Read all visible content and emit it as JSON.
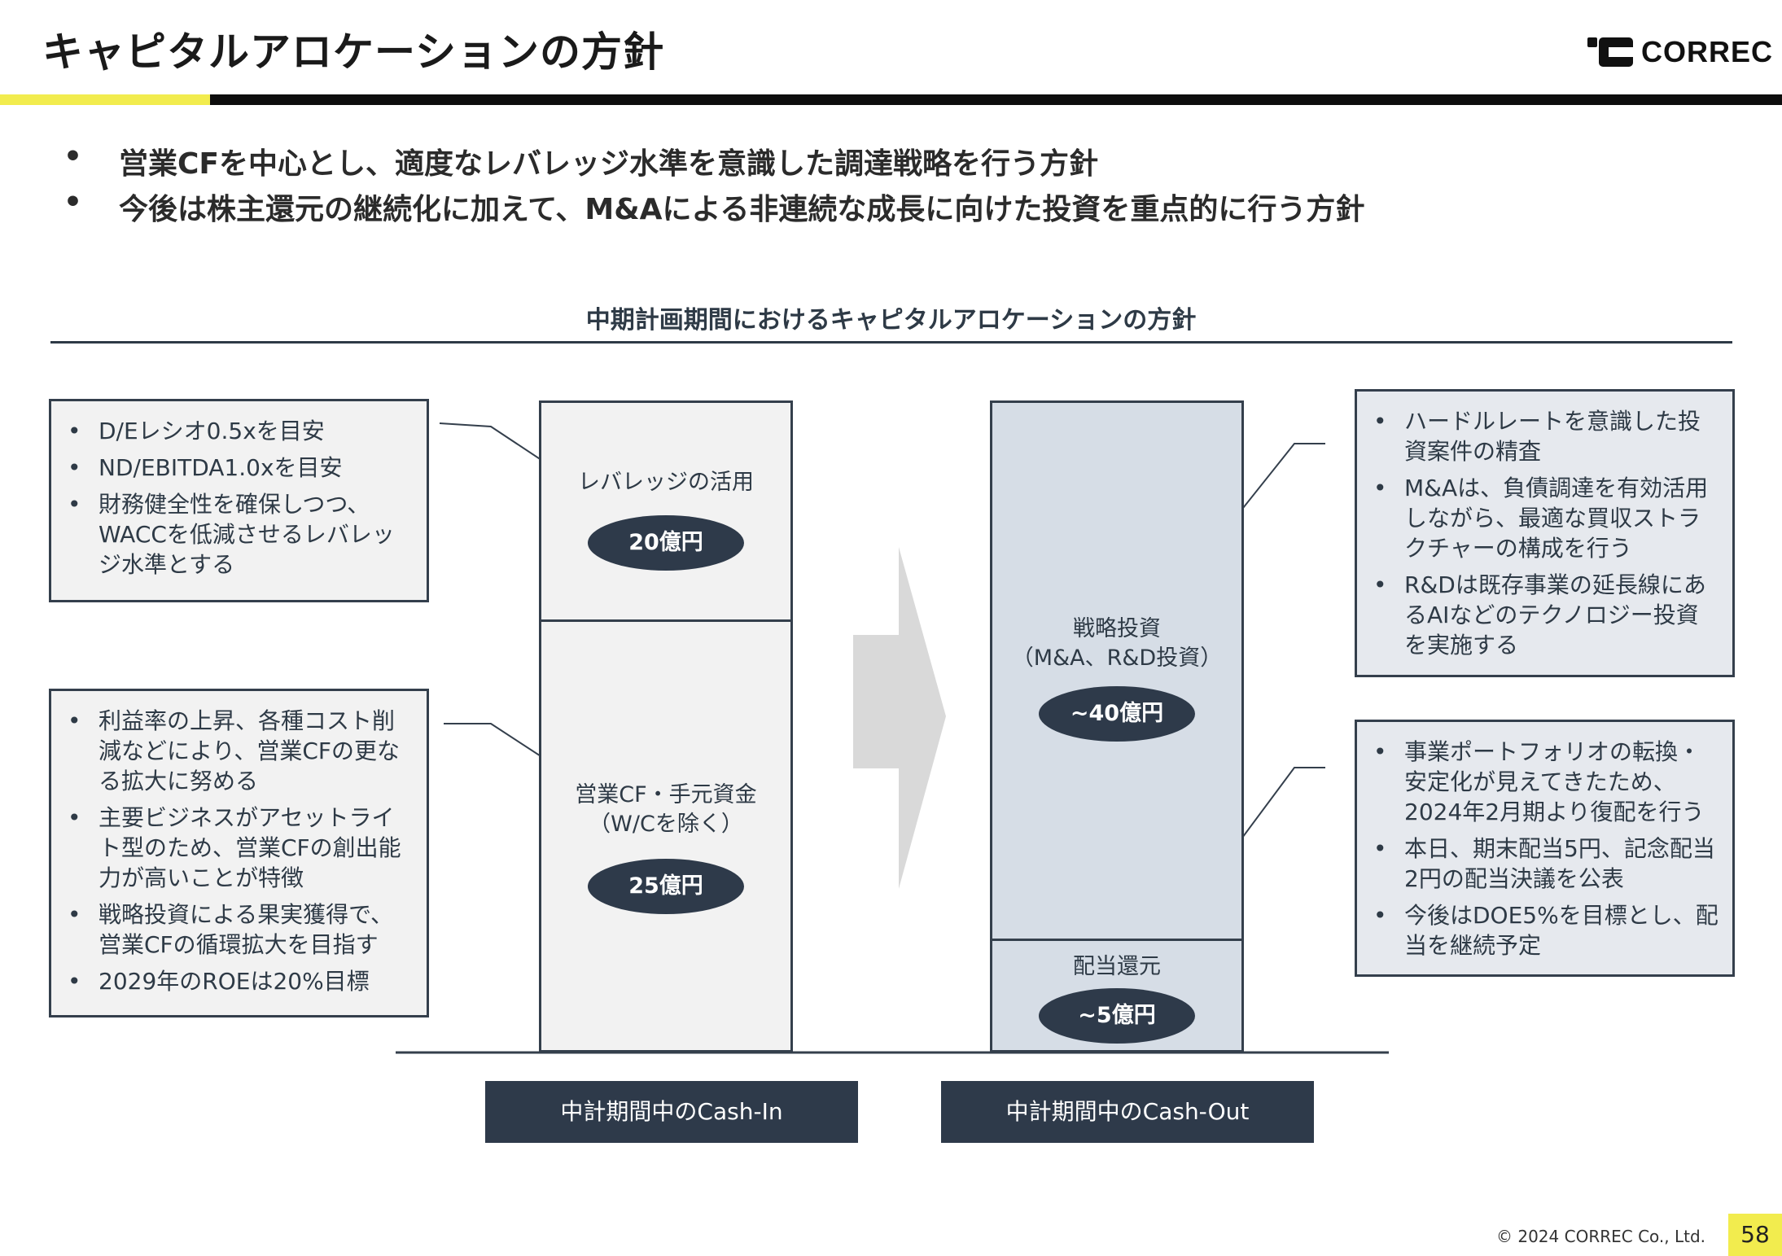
{
  "header": {
    "title": "キャピタルアロケーションの方針",
    "logo_text": "CORREC"
  },
  "lead": [
    "営業CFを中心とし、適度なレバレッジ水準を意識した調達戦略を行う方針",
    "今後は株主還元の継続化に加えて、M&Aによる非連続な成長に向けた投資を重点的に行う方針"
  ],
  "diagram": {
    "title": "中期計画期間におけるキャピタルアロケーションの方針",
    "left_notes": [
      [
        "D/Eレシオ0.5xを目安",
        "ND/EBITDA1.0xを目安",
        "財務健全性を確保しつつ、WACCを低減させるレバレッジ水準とする"
      ],
      [
        "利益率の上昇、各種コスト削減などにより、営業CFの更なる拡大に努める",
        "主要ビジネスがアセットライト型のため、営業CFの創出能力が高いことが特徴",
        "戦略投資による果実獲得で、営業CFの循環拡大を目指す",
        "2029年のROEは20%目標"
      ]
    ],
    "right_notes": [
      [
        "ハードルレートを意識した投資案件の精査",
        "M&Aは、負債調達を有効活用しながら、最適な買収ストラクチャーの構成を行う",
        "R&Dは既存事業の延長線にあるAIなどのテクノロジー投資を実施する"
      ],
      [
        "事業ポートフォリオの転換・安定化が見えてきたため、2024年2月期より復配を行う",
        "本日、期末配当5円、記念配当2円の配当決議を公表",
        "今後はDOE5%を目標とし、配当を継続予定"
      ]
    ],
    "cash_in": {
      "leverage_label": "レバレッジの活用",
      "leverage_value": "20億円",
      "operating_label_1": "営業CF・手元資金",
      "operating_label_2": "（W/Cを除く）",
      "operating_value": "25億円",
      "caption": "中計期間中のCash-In"
    },
    "cash_out": {
      "strategic_label_1": "戦略投資",
      "strategic_label_2": "（M&A、R&D投資）",
      "strategic_value": "~40億円",
      "dividend_label": "配当還元",
      "dividend_value": "~5億円",
      "caption": "中計期間中のCash-Out"
    }
  },
  "footer": {
    "copyright": "© 2024 CORREC Co., Ltd.",
    "page": "58"
  }
}
